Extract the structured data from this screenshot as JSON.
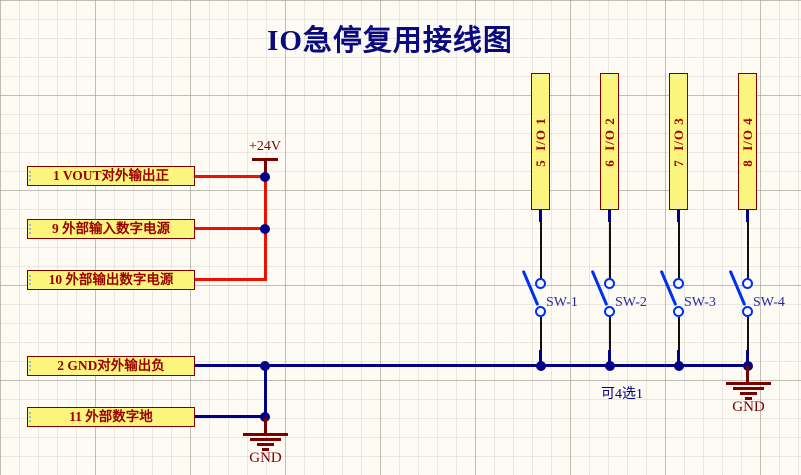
{
  "title": "IO急停复用接线图",
  "power_label": "+24V",
  "left_labels": [
    {
      "text": "1 VOUT对外输出正"
    },
    {
      "text": "9 外部输入数字电源"
    },
    {
      "text": "10 外部输出数字电源"
    },
    {
      "text": "2 GND对外输出负"
    },
    {
      "text": "11 外部数字地"
    }
  ],
  "io_pins": [
    {
      "text": "5  I/O 1"
    },
    {
      "text": "6  I/O 2"
    },
    {
      "text": "7  I/O 3"
    },
    {
      "text": "8  I/O 4"
    }
  ],
  "switches": [
    {
      "label": "SW-1"
    },
    {
      "label": "SW-2"
    },
    {
      "label": "SW-3"
    },
    {
      "label": "SW-4"
    }
  ],
  "annotation": "可4选1",
  "ground_labels": {
    "left": "GND",
    "right": "GND"
  },
  "colors": {
    "wire_red": "#EE1000",
    "wire_navy": "#000089",
    "pin_black": "#101010",
    "switch_blue": "#0030F0",
    "component_fill": "#FBF57E",
    "component_border": "#800000",
    "component_text": "#9B0000",
    "ground_maroon": "#7A0000",
    "title_navy": "#0A0A80"
  }
}
